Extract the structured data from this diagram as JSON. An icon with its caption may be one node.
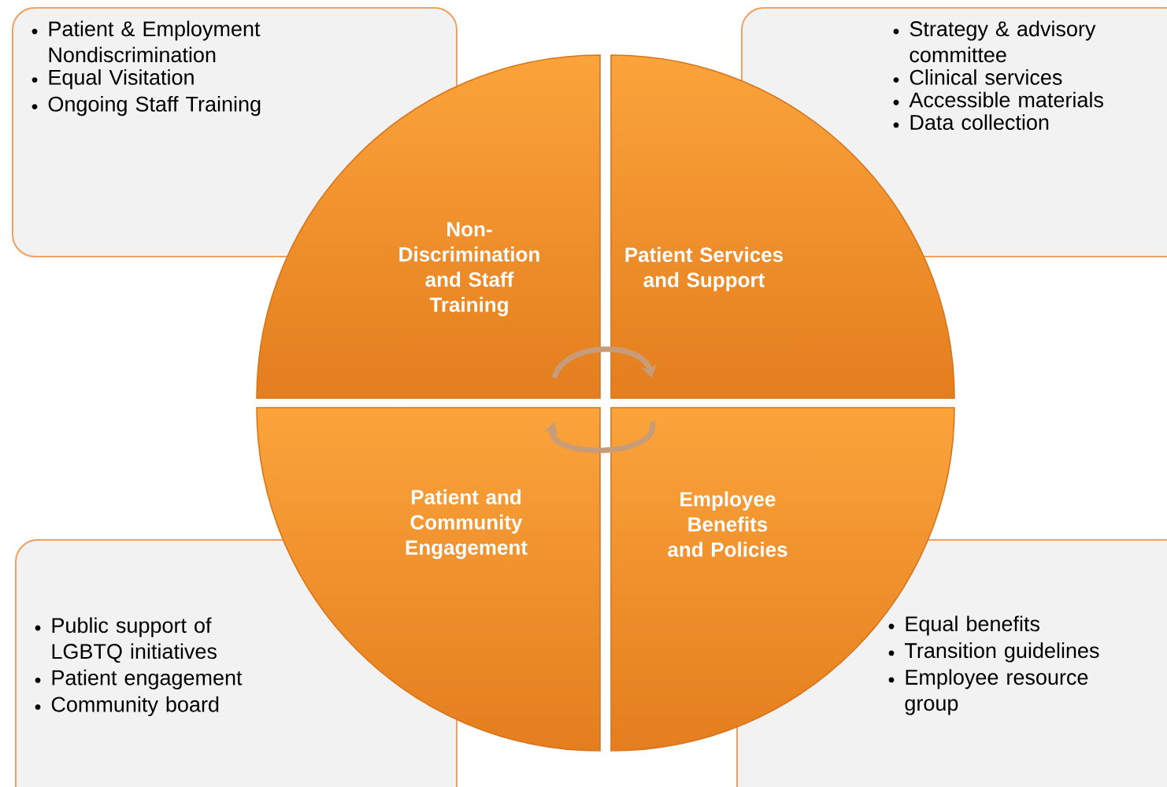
{
  "diagram": {
    "nodes": [
      {
        "text": [
          "Patient & Employment Nondiscrimination",
          "Equal Visitation",
          "Ongoing Staff Training"
        ]
      },
      {
        "text": [
          "Strategy & advisory committee",
          "Clinical services",
          "Accessible materials",
          "Data collection"
        ]
      },
      {
        "text": [
          "Non-Discrimination and Staff Training"
        ]
      },
      {
        "text": [
          "Patient Services and Support"
        ]
      },
      {
        "text": [
          "Patient and Community Engagement"
        ]
      },
      {
        "text": [
          "Employee Benefits and Policies"
        ]
      },
      {
        "text": [
          "Public support of LGBTQ initiatives",
          "Patient engagement",
          "Community board"
        ]
      },
      {
        "text": [
          "Equal benefits",
          "Transition guidelines",
          "Employee resource group"
        ]
      }
    ],
    "edges": [
      {
        "from": 2,
        "to": 3,
        "arrow": "to"
      },
      {
        "from": 5,
        "to": 4,
        "arrow": "to"
      }
    ]
  }
}
